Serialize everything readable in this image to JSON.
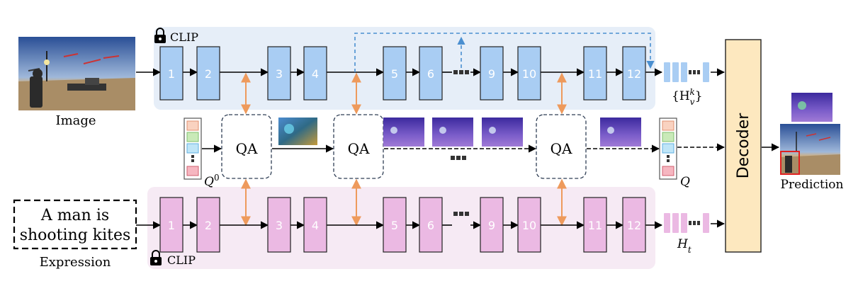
{
  "encoders": {
    "image_label": "CLIP",
    "text_label": "CLIP",
    "layer_labels": [
      "1",
      "2",
      "3",
      "4",
      "5",
      "6",
      "9",
      "10",
      "11",
      "12"
    ]
  },
  "inputs": {
    "image_caption": "Image",
    "expression_text_line1": "A man is",
    "expression_text_line2": "shooting kites",
    "expression_caption": "Expression"
  },
  "qa": {
    "label": "QA"
  },
  "outputs": {
    "visual_feature_open": "{H",
    "visual_feature_sub": "v",
    "visual_feature_sup": "k",
    "visual_feature_close": "}",
    "text_feature": "H",
    "text_feature_sub": "t",
    "query_init": "Q",
    "query_init_sup": "0",
    "query_final": "Q"
  },
  "decoder": {
    "label": "Decoder"
  },
  "prediction": {
    "label": "Prediction"
  },
  "colors": {
    "image_panel": "#e6eef8",
    "text_panel": "#f6eaf4",
    "image_layer": "#a9cdf3",
    "text_layer": "#ebb9e3",
    "decoder": "#fde8bf",
    "orange_arrow": "#ee9a5c",
    "blue_dashed": "#4a8fd0"
  }
}
